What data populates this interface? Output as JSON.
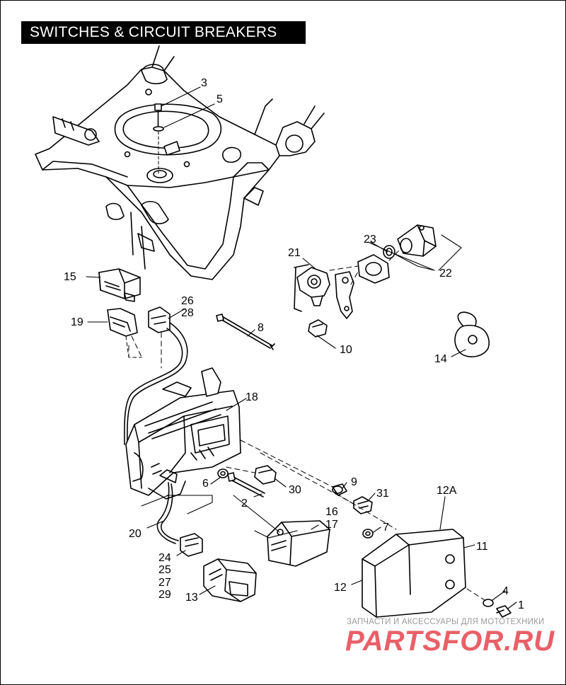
{
  "title": "SWITCHES & CIRCUIT BREAKERS",
  "callouts": {
    "c1": "1",
    "c2": "2",
    "c3": "3",
    "c4": "4",
    "c5": "5",
    "c6": "6",
    "c7": "7",
    "c8": "8",
    "c9": "9",
    "c10": "10",
    "c11": "11",
    "c12": "12",
    "c12A": "12A",
    "c13": "13",
    "c14": "14",
    "c15": "15",
    "c16": "16",
    "c17": "17",
    "c18": "18",
    "c19": "19",
    "c20": "20",
    "c21": "21",
    "c22": "22",
    "c23": "23",
    "c24": "24",
    "c25": "25",
    "c26": "26",
    "c27": "27",
    "c28": "28",
    "c29": "29",
    "c30": "30",
    "c31": "31"
  },
  "watermark": {
    "caption": "ЗАПЧАСТИ И АКСЕССУАРЫ ДЛЯ МОТОТЕХНИКИ",
    "logo": "PARTSFOR.RU",
    "logo_color": "#e8535c"
  }
}
